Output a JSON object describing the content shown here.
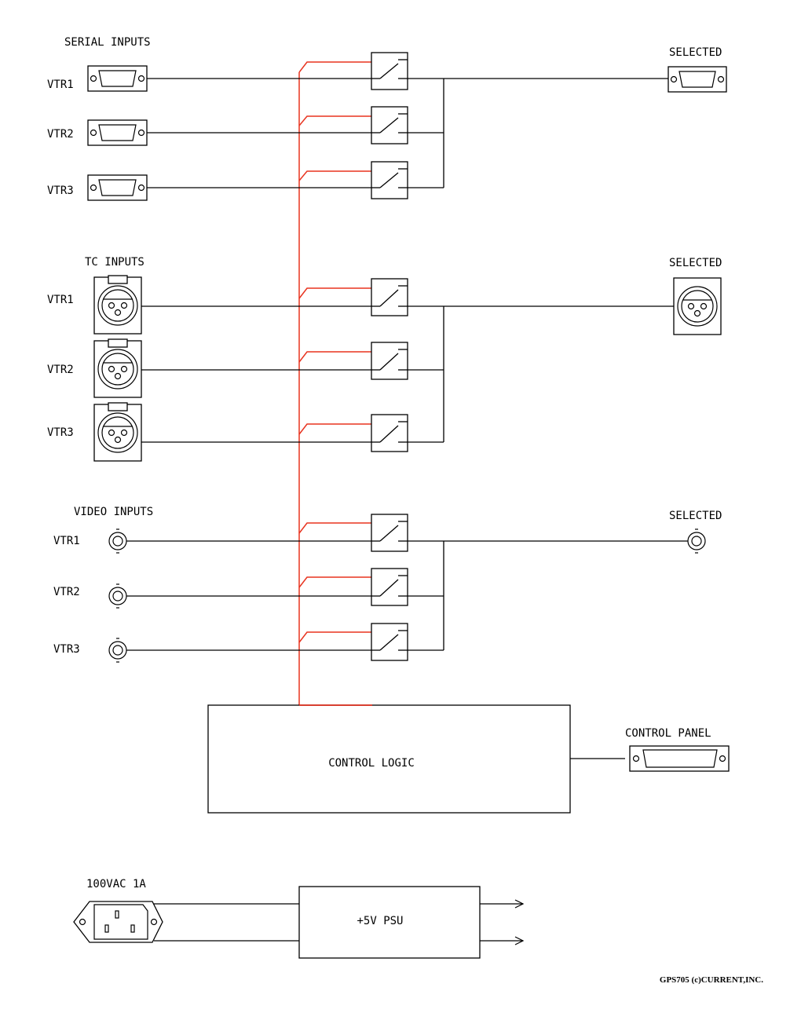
{
  "serial_section": {
    "heading": "SERIAL INPUTS",
    "inputs": [
      "VTR1",
      "VTR2",
      "VTR3"
    ],
    "output_label": "SELECTED"
  },
  "tc_section": {
    "heading": "TC INPUTS",
    "inputs": [
      "VTR1",
      "VTR2",
      "VTR3"
    ],
    "output_label": "SELECTED"
  },
  "video_section": {
    "heading": "VIDEO INPUTS",
    "inputs": [
      "VTR1",
      "VTR2",
      "VTR3"
    ],
    "output_label": "SELECTED"
  },
  "control_logic": {
    "label": "CONTROL LOGIC"
  },
  "control_panel": {
    "label": "CONTROL PANEL"
  },
  "power": {
    "input_label": "100VAC 1A",
    "psu_label": "+5V PSU"
  },
  "credit": "GPS705 (c)CURRENT,INC.",
  "colors": {
    "control_lines": "#e8331f",
    "wires": "#000000"
  }
}
